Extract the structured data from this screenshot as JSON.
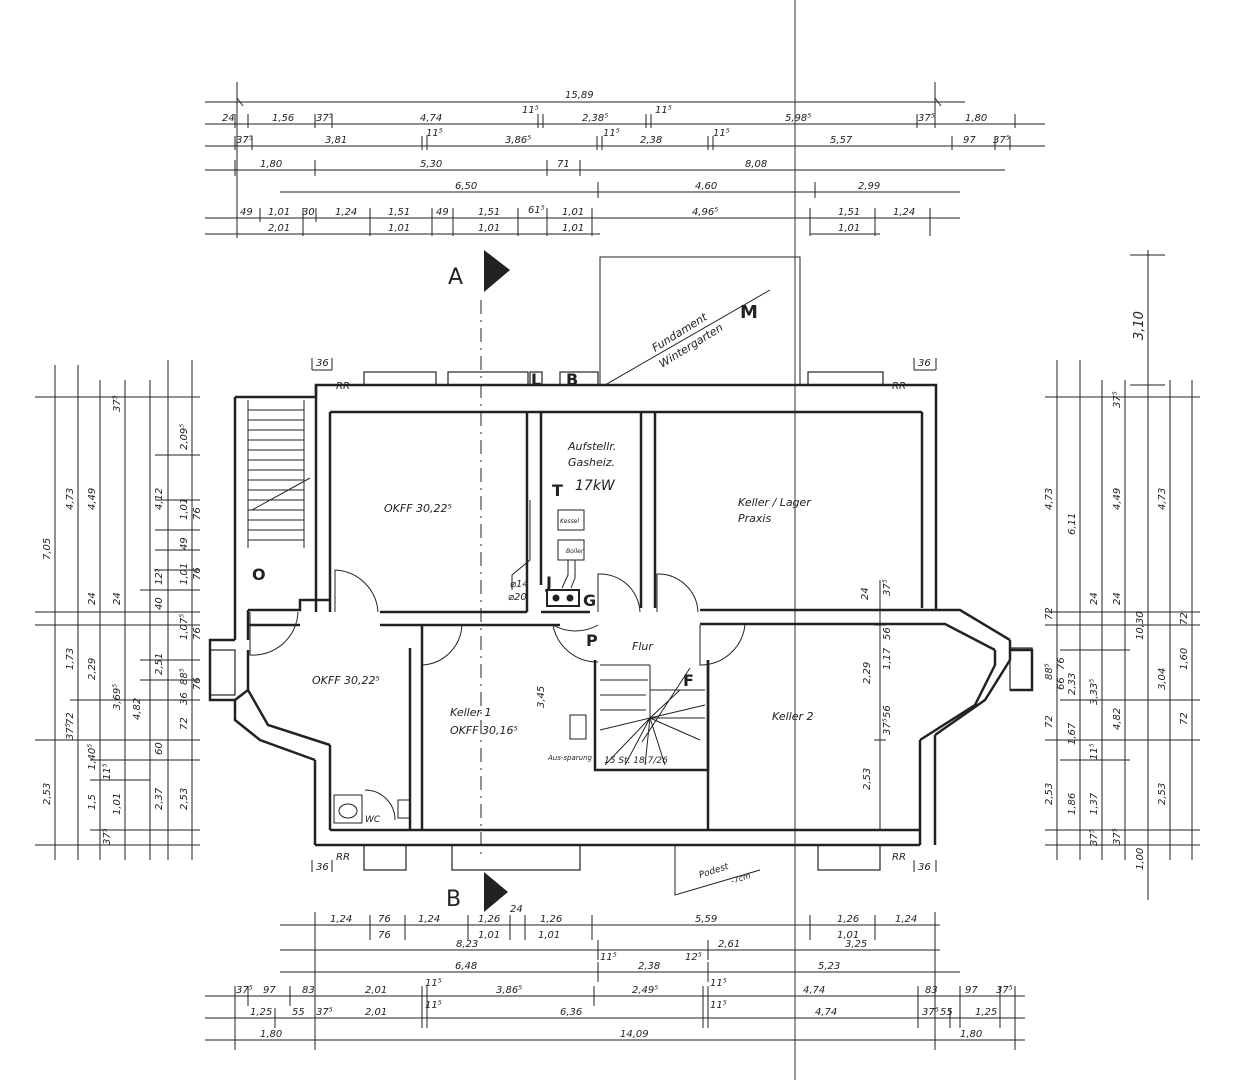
{
  "colors": {
    "ink": "#222222",
    "paper": "#ffffff",
    "fold": "#9a9a9a"
  },
  "section_marks": {
    "a": "A",
    "b": "B"
  },
  "rooms": {
    "okff_nw": "OKFF  30,22⁵",
    "okff_sw": "OKFF  30,22⁵",
    "heating_1": "Aufstellr.",
    "heating_2": "Gasheiz.",
    "heating_kw": "17kW",
    "keller_lager": "Keller / Lager",
    "praxis": "Praxis",
    "keller1": "Keller 1",
    "keller1_okff": "OKFF  30,16⁵",
    "keller2": "Keller 2",
    "flur": "Flur",
    "wc": "WC",
    "wintergarten_1": "Fundament",
    "wintergarten_2": "Wintergarten",
    "podest": "Podest",
    "podest_sub": "-7cm",
    "aus_sparung": "Aus-sparung",
    "kessel1": "Kessel",
    "kessel2": "Boiler"
  },
  "markers": {
    "L": "L",
    "B": "B",
    "M": "M",
    "T": "T",
    "J": "J",
    "G": "G",
    "P": "P",
    "F": "F",
    "O": "O",
    "rr_nw": "RR",
    "rr_ne": "RR",
    "rr_sw": "RR",
    "rr_se": "RR",
    "w36_nw": "36",
    "w36_ne": "36",
    "w36_sw": "36",
    "w36_se": "36"
  },
  "dims_top": {
    "row1": [
      "15,89"
    ],
    "row2": [
      "24",
      "1,56",
      "37⁵",
      "4,74",
      "11⁵",
      "2,38⁵",
      "11⁵",
      "5,98⁵",
      "37⁵",
      "1,80"
    ],
    "row3": [
      "37⁵",
      "3,81",
      "11⁵",
      "3,86⁵",
      "11⁵",
      "2,38",
      "11⁵",
      "5,57",
      "97",
      "37⁵"
    ],
    "row4": [
      "1,80",
      "5,30",
      "71",
      "8,08"
    ],
    "row5": [
      "6,50",
      "4,60",
      "2,99"
    ],
    "row6": [
      "49",
      "1,01",
      "30",
      "1,24",
      "1,51",
      "49",
      "1,51",
      "61⁵",
      "1,01",
      "4,96⁵",
      "1,51",
      "1,24"
    ],
    "row6b": [
      "2,01",
      "1,01",
      "1,01",
      "1,01",
      "1,01"
    ]
  },
  "dims_bottom": {
    "row1": [
      "1,24",
      "76",
      "1,24",
      "1,26",
      "24",
      "1,26",
      "5,59",
      "1,26",
      "1,24"
    ],
    "row1b": [
      "76",
      "1,01",
      "1,01",
      "1,01"
    ],
    "row2": [
      "8,23",
      "2,61",
      "3,25"
    ],
    "row3": [
      "6,48",
      "11⁵",
      "2,38",
      "12⁵",
      "5,23"
    ],
    "row4": [
      "37⁵",
      "97",
      "83",
      "2,01",
      "11⁵",
      "3,86⁵",
      "2,49⁵",
      "11⁵",
      "4,74",
      "83",
      "97",
      "37⁵"
    ],
    "row5": [
      "1,25",
      "55",
      "37⁵",
      "2,01",
      "11⁵",
      "6,36",
      "11⁵",
      "4,74",
      "37⁵",
      "55",
      "1,25"
    ],
    "row6": [
      "1,80",
      "14,09",
      "1,80"
    ]
  },
  "dims_left": {
    "col1": [
      "7,05",
      "2,53"
    ],
    "col2": [
      "4,73",
      "1,73",
      "72",
      "37⁵",
      "1,5"
    ],
    "col3": [
      "4,49",
      "2,29",
      "1,40⁵",
      "11⁵",
      "37⁵"
    ],
    "col4": [
      "3,69⁵",
      "4,82",
      "1,01"
    ],
    "col5": [
      "4,12",
      "2,51",
      "60",
      "2,37"
    ],
    "col6": [
      "2,09⁵",
      "1,01",
      "1,01",
      "1,07⁵",
      "88⁵",
      "72",
      "2,53"
    ],
    "small": [
      "37⁵",
      "24",
      "24",
      "40",
      "12⁵",
      "76",
      "76",
      "49",
      "76",
      "36",
      "76"
    ]
  },
  "dims_right": {
    "col1": [
      "4,73",
      "2,53",
      "1,86"
    ],
    "col2": [
      "6,11",
      "2,33",
      "1,67",
      "1,37"
    ],
    "col3": [
      "4,49",
      "3,33⁵",
      "4,82"
    ],
    "col4": [
      "10,30",
      "3,04",
      "2,53",
      "1,00"
    ],
    "col5": [
      "4,73",
      "1,60",
      "72"
    ],
    "top_right": "3,10",
    "small": [
      "37⁵",
      "72",
      "24",
      "24",
      "72",
      "88⁵",
      "76",
      "66",
      "72",
      "11⁵",
      "37⁵",
      "37⁵"
    ]
  },
  "inner_dims": {
    "v229": "2,29",
    "v117": "1,17",
    "v56": "56",
    "v345": "3,45",
    "v253": "2,53",
    "v56b": "56",
    "v375a": "37⁵",
    "v375b": "37⁵",
    "v24": "24",
    "pipe1": "⌀14",
    "pipe2": "⌀20",
    "stair": "15 St. 18,7/26"
  }
}
